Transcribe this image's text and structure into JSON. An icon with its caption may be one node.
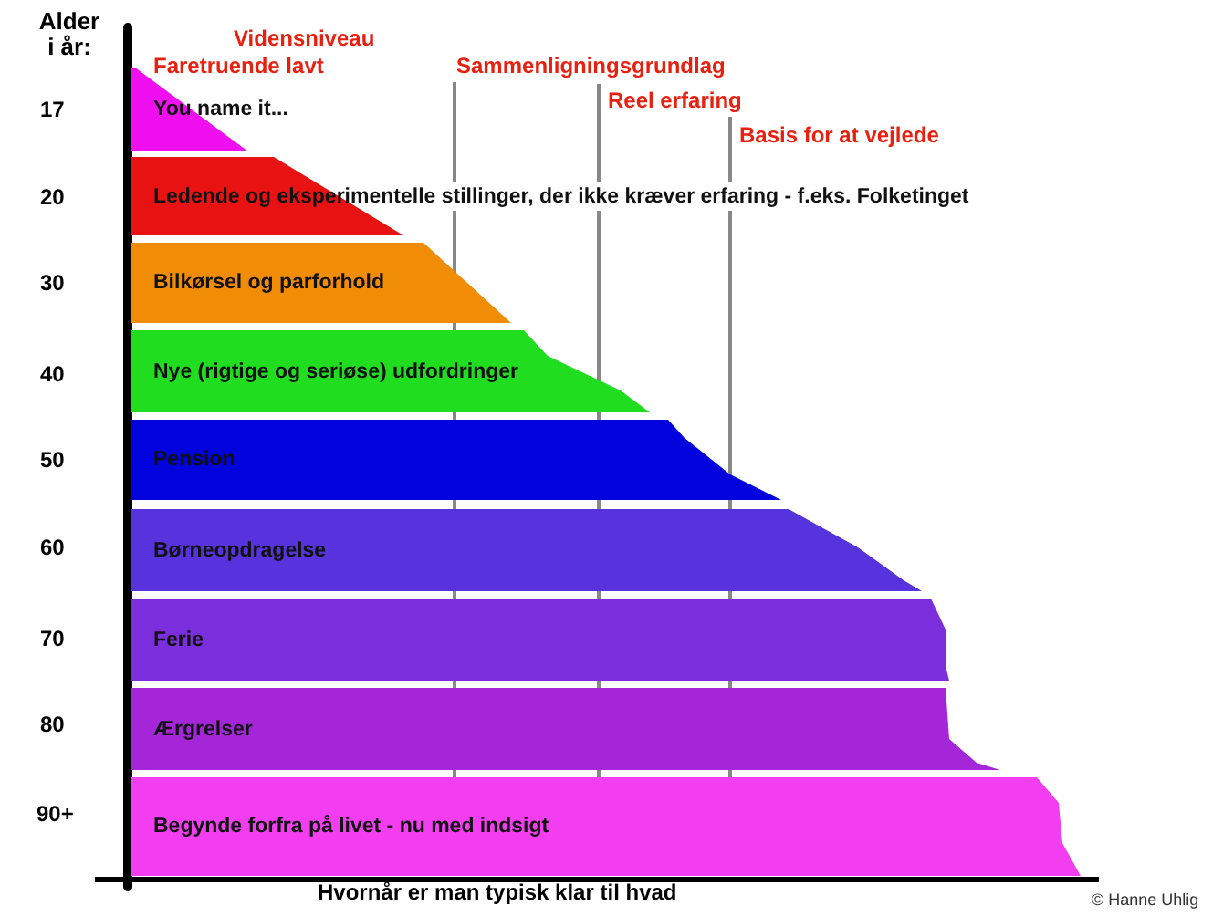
{
  "diagram": {
    "title": "Hvornår er man typisk klar til hvad",
    "nodes": [
      {
        "text": [
          "You name it..."
        ]
      },
      {
        "text": [
          "Ledende og eksperimentelle stillinger, der ikke kræver erfaring - f.eks. Folketinget"
        ]
      },
      {
        "text": [
          "Bilkørsel og parforhold"
        ]
      },
      {
        "text": [
          "Nye (rigtige og seriøse) udfordringer"
        ]
      },
      {
        "text": [
          "Pension"
        ]
      },
      {
        "text": [
          "Børneopdragelse"
        ]
      },
      {
        "text": [
          "Ferie"
        ]
      },
      {
        "text": [
          "Ærgrelser"
        ]
      },
      {
        "text": [
          "Begynde forfra på livet - nu med indsigt"
        ]
      }
    ],
    "labels": [
      "Alder i år:",
      "17",
      "20",
      "30",
      "40",
      "50",
      "60",
      "70",
      "80",
      "90+",
      "Vidensniveau",
      "Faretruende lavt",
      "Sammenligningsgrundlag",
      "Reel erfaring",
      "Basis for at vejlede",
      "© Hanne Uhlig"
    ]
  }
}
